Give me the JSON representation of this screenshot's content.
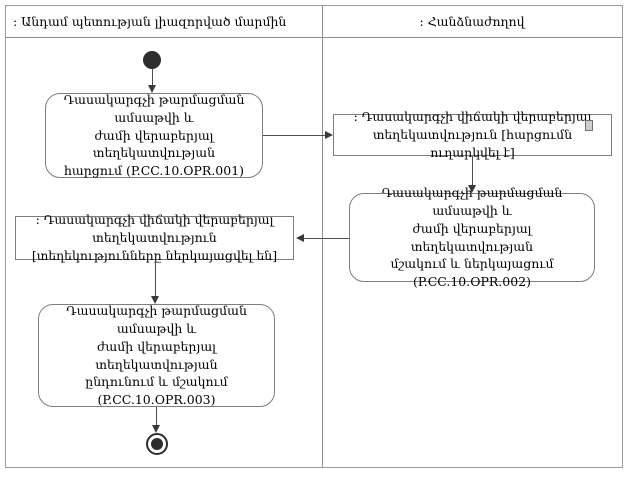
{
  "diagram": {
    "type": "uml-activity-swimlane",
    "lanes": {
      "left": {
        "title": ": Անդամ պետության լիազորված մարմին"
      },
      "right": {
        "title": ": Հանձնաժողով"
      }
    },
    "nodes": {
      "action1": {
        "label": "Դասակարգչի թարմացման ամսաթվի և\nժամի վերաբերյալ տեղեկատվության\nհարցում (P.CC.10.OPR.001)"
      },
      "object1": {
        "label": ": Դասակարգչի վիճակի վերաբերյալ\nտեղեկատվություն [հարցումն ուղարկվել է]",
        "icon": "object-note-icon"
      },
      "action2": {
        "label": "Դասակարգչի թարմացման ամսաթվի և\nժամի վերաբերյալ տեղեկատվության\nմշակում և ներկայացում (P.CC.10.OPR.002)"
      },
      "object2": {
        "label": ": Դասակարգչի վիճակի վերաբերյալ տեղեկատվություն\n[տեղեկությունները ներկայացվել են]"
      },
      "action3": {
        "label": "Դասակարգչի թարմացման ամսաթվի և\nժամի վերաբերյալ տեղեկատվության\nընդունում և մշակում (P.CC.10.OPR.003)"
      }
    },
    "colors": {
      "border_gray": "#8f8f8f",
      "node_border": "#7d7d7d",
      "edge": "#4d4d4d",
      "node_fill": "#ffffff",
      "terminal": "#2d2d2d",
      "text": "#000000"
    }
  }
}
